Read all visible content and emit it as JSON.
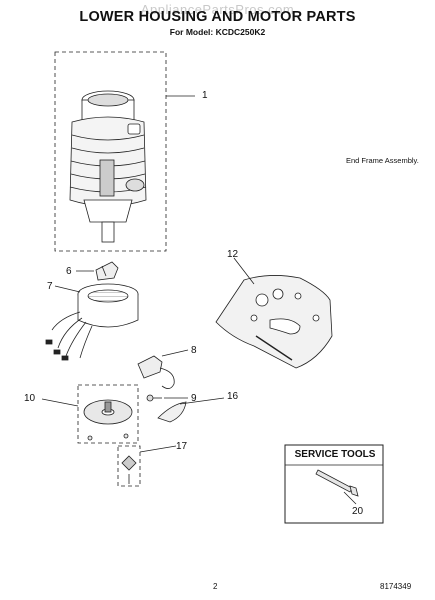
{
  "header": {
    "title": "LOWER HOUSING AND MOTOR PARTS",
    "model_line": "For Model: KCDC250K2",
    "watermark": "AppliancePartsPros.com"
  },
  "note": "End Frame Assembly.",
  "callouts": {
    "c1": "1",
    "c6": "6",
    "c7": "7",
    "c8": "8",
    "c9": "9",
    "c10": "10",
    "c12": "12",
    "c16": "16",
    "c17": "17",
    "c20": "20"
  },
  "service_tools": {
    "title": "SERVICE TOOLS"
  },
  "footer": {
    "page_number": "2",
    "doc_number": "8174349"
  }
}
